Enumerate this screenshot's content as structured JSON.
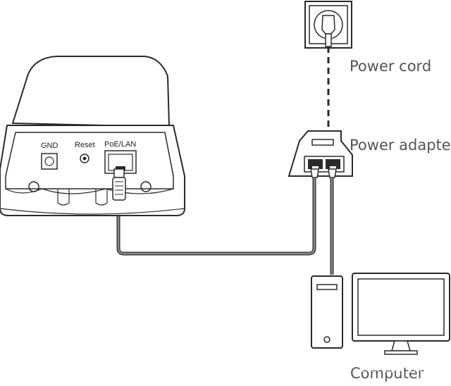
{
  "labels": {
    "power_cord": "Power cord",
    "power_adapter": "Power adapter",
    "computer": "Computer",
    "watermark": "头条 @弱电干货"
  },
  "device_ports": {
    "gnd": "GND",
    "reset": "Reset",
    "poe_lan": "PoE/LAN"
  },
  "icons": [
    "power-outlet-icon",
    "outdoor-cpe-device-icon",
    "poe-adapter-icon",
    "pc-tower-icon",
    "monitor-icon"
  ],
  "colors": {
    "outline": "#2a2a2a",
    "cable": "#6e6e6e",
    "label": "#555555"
  }
}
